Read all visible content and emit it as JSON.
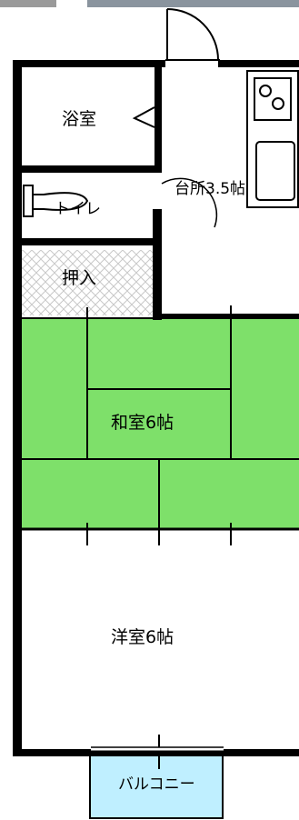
{
  "rooms": {
    "bath": "浴室",
    "kitchen": "台所3.5帖",
    "toilet": "トイレ",
    "closet": "押入",
    "washitsu": "和室6帖",
    "yoshitsu": "洋室6帖",
    "balcony": "バルコニー"
  },
  "colors": {
    "tatami": "#7ee06a",
    "balcony": "#bfefff",
    "wall": "#000000",
    "closet_hatch": "#c8c8c8"
  }
}
